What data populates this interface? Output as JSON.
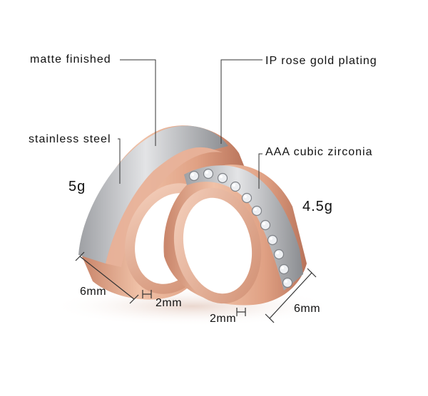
{
  "image": {
    "subject": "Two wedding rings: brushed steel and rose gold bands, one set with cubic zirconia",
    "colors": {
      "background": "#ffffff",
      "rose_gold": "#e3a98c",
      "rose_gold_dark": "#b9755a",
      "steel": "#cfd0d2",
      "steel_dark": "#8d8f93",
      "stone": "#eef0f3",
      "callout_line": "#333333"
    }
  },
  "annotations": {
    "matte_finished": "matte finished",
    "ip_rose_gold_plating": "IP rose gold plating",
    "stainless_steel": "stainless steel",
    "aaa_cubic_zirconia": "AAA cubic zirconia",
    "weight_large_ring": "5g",
    "weight_small_ring": "4.5g",
    "width_large_ring": "6mm",
    "thickness_large_ring": "2mm",
    "thickness_small_ring": "2mm",
    "width_small_ring": "6mm"
  }
}
